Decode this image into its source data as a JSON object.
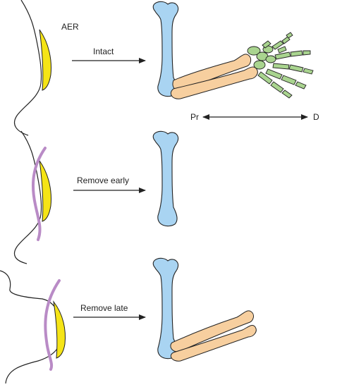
{
  "labels": {
    "aer": "AER",
    "intact": "Intact",
    "remove_early": "Remove early",
    "remove_late": "Remove late",
    "proximal": "Pr",
    "distal": "D"
  },
  "colors": {
    "aer": "#f5e416",
    "bead_outline": "#b98bc6",
    "stylopod": "#a9d4f2",
    "zeugopod": "#f7cf9f",
    "autopod": "#a9d48f",
    "stroke": "#222222"
  },
  "panels": [
    {
      "name": "intact",
      "label_key": "intact",
      "segments": [
        "stylopod",
        "zeugopod",
        "autopod"
      ]
    },
    {
      "name": "remove-early",
      "label_key": "remove_early",
      "segments": [
        "stylopod"
      ]
    },
    {
      "name": "remove-late",
      "label_key": "remove_late",
      "segments": [
        "stylopod",
        "zeugopod"
      ]
    }
  ]
}
